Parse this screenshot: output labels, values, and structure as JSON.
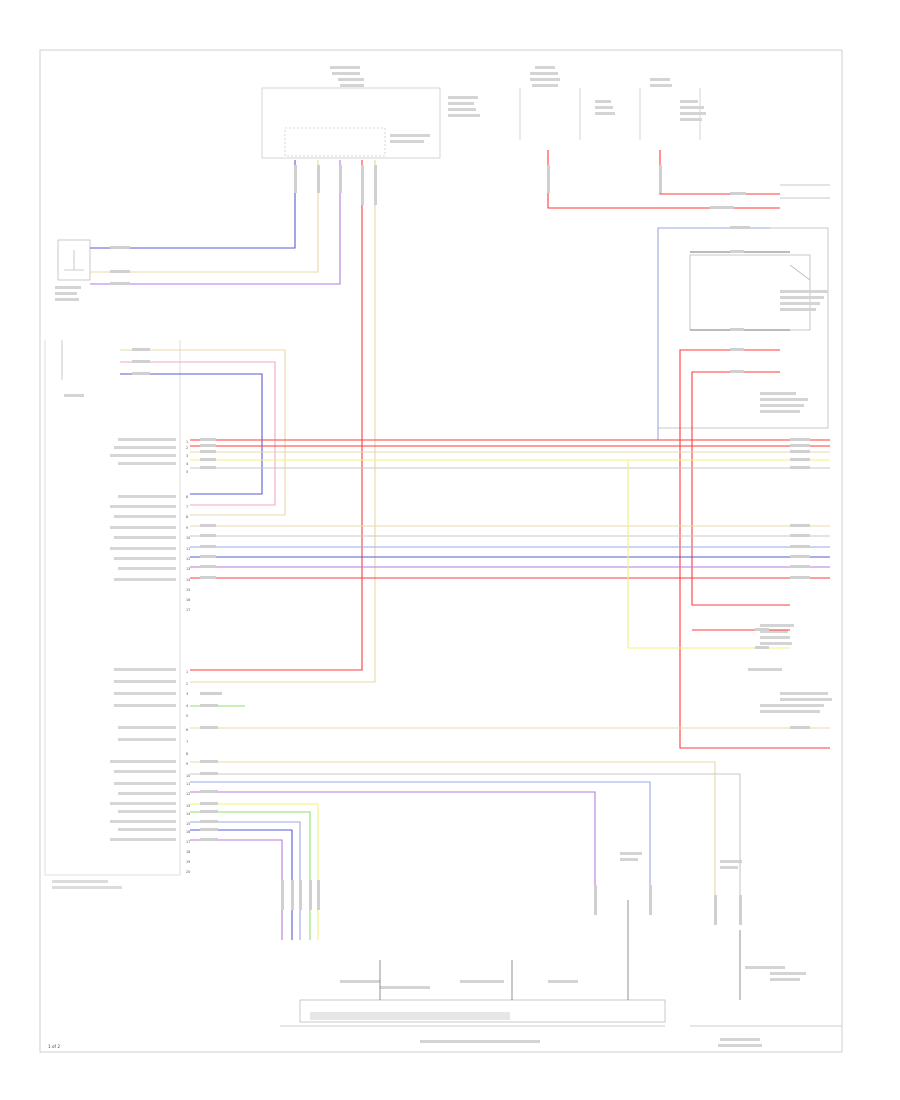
{
  "page_number": "1 of 2",
  "wire_colors": {
    "red": "#ff3b3b",
    "pink": "#f2a7c8",
    "yellow": "#f3f37a",
    "tan": "#e8d8a8",
    "grey": "#c8c8c8",
    "blue": "#5a5ad6",
    "lightblue": "#9aa8e8",
    "purple": "#b57ae0",
    "green": "#8ee26a",
    "darkgrey": "#777777"
  },
  "module": {
    "pins_block1": [
      "1",
      "2",
      "3",
      "4",
      "5",
      "6",
      "7",
      "8",
      "9",
      "10",
      "11",
      "12",
      "13",
      "14",
      "15",
      "16",
      "17"
    ],
    "pins_block2": [
      "1",
      "2",
      "3",
      "4",
      "5",
      "6",
      "7",
      "8",
      "9",
      "10",
      "11",
      "12",
      "13",
      "14",
      "15",
      "16",
      "17",
      "18",
      "19",
      "20"
    ]
  }
}
